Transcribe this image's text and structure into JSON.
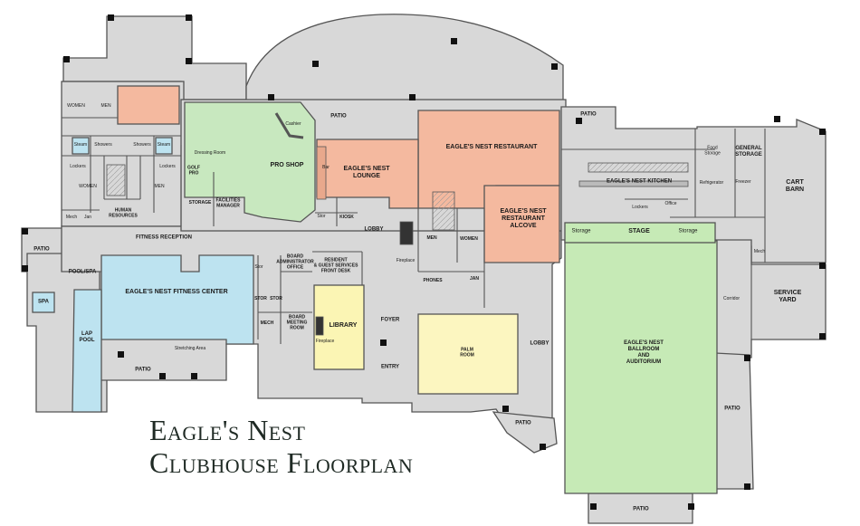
{
  "title": {
    "line1": "Eagle's Nest",
    "line2": "Clubhouse Floorplan"
  },
  "colors": {
    "floor": "#d8d8d8",
    "wall": "#555555",
    "background": "#ffffff",
    "pro_shop": "#c8e8bf",
    "restaurant": "#f4b99f",
    "fitness": "#bde3f0",
    "library": "#fbf5b4",
    "palm_room": "#fcf6c0",
    "ballroom": "#c6eab6",
    "title": "#1f2a24"
  },
  "rooms": {
    "pro_shop": "PRO SHOP",
    "cashier": "Cashier",
    "dressing_room": "Dressing Room",
    "golf_pro": "GOLF\nPRO",
    "storage_proshop": "STORAGE",
    "facilities_manager": "FACILITIES\nMANAGER",
    "restaurant": "EAGLE'S NEST RESTAURANT",
    "lounge": "EAGLE'S NEST\nLOUNGE",
    "bar": "Bar",
    "alcove": "EAGLE'S NEST\nRESTAURANT\nALCOVE",
    "kitchen": "EAGLE'S NEST KITCHEN",
    "food_storage": "Food\nStorage",
    "general_storage": "GENERAL\nSTORAGE",
    "refrigerator": "Refrigerator",
    "freezer": "Freezer",
    "lockers_kitchen": "Lockers",
    "office": "Office",
    "cart_barn": "CART\nBARN",
    "mech_east": "Mech",
    "service_yard": "SERVICE\nYARD",
    "stage": "STAGE",
    "storage_stage_left": "Storage",
    "storage_stage_right": "Storage",
    "corridor": "Corridor",
    "ballroom": "EAGLE'S NEST\nBALLROOM\nAND\nAUDITORIUM",
    "patio_top": "PATIO",
    "patio_top_right": "PATIO",
    "patio_west": "PATIO",
    "patio_fitness": "PATIO",
    "patio_east": "PATIO",
    "patio_entry": "PATIO",
    "patio_bottom": "PATIO",
    "stor_lounge": "Stor",
    "kiosk": "KIOSK",
    "lobby_north": "LOBBY",
    "lobby_south": "LOBBY",
    "fireplace_lobby": "Fireplace",
    "men_center": "MEN",
    "women_center": "WOMEN",
    "phones": "PHONES",
    "jan_center": "JAN",
    "palm_room": "PALM\nROOM",
    "foyer": "FOYER",
    "entry": "ENTRY",
    "library": "LIBRARY",
    "fireplace_library": "Fireplace",
    "board_admin": "BOARD\nADMINISTRATOR\nOFFICE",
    "resident_services": "RESIDENT\n& GUEST SERVICES\nFRONT DESK",
    "stor_admin": "Stor",
    "stor_a": "STOR",
    "stor_b": "STOR",
    "mech_center": "MECH",
    "board_meeting": "BOARD\nMEETING\nROOM",
    "fitness_reception": "FITNESS RECEPTION",
    "fitness_center": "EAGLE'S NEST FITNESS CENTER",
    "stretching_area": "Stretching Area",
    "pool_spa": "POOL/SPA",
    "spa": "SPA",
    "lap_pool": "LAP\nPOOL",
    "mech_west": "Mech",
    "jan_west": "Jan",
    "human_resources": "HUMAN\nRESOURCES",
    "women_top": "WOMEN",
    "men_top": "MEN",
    "steam_left": "Steam",
    "showers_left": "Showers",
    "showers_right": "Showers",
    "steam_right": "Steam",
    "lockers_left": "Lockers",
    "lockers_right": "Lockers",
    "women_lower": "WOMEN",
    "men_lower": "MEN"
  }
}
